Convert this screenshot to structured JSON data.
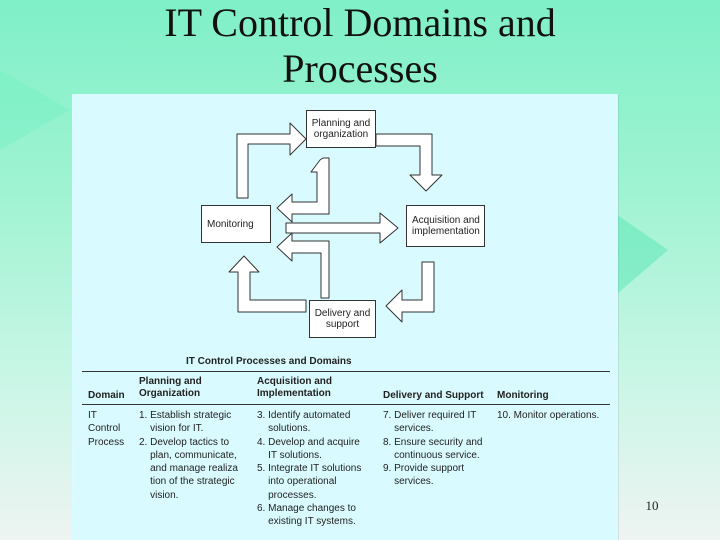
{
  "title": {
    "line1": "IT Control Domains and",
    "line2": "Processes"
  },
  "diagram": {
    "nodes": {
      "planning": {
        "line1": "Planning and",
        "line2": "organization"
      },
      "acquisition": {
        "line1": "Acquisition and",
        "line2": "implementation"
      },
      "delivery": {
        "line1": "Delivery and",
        "line2": "support"
      },
      "monitoring": {
        "line1": "Monitoring"
      }
    }
  },
  "table": {
    "caption": "IT Control Processes and Domains",
    "headers": {
      "domain": "Domain",
      "planning_1": "Planning and",
      "planning_2": "Organization",
      "acquisition_1": "Acquisition and",
      "acquisition_2": "Implementation",
      "delivery": "Delivery and Support",
      "monitoring": "Monitoring"
    },
    "row": {
      "domain": "IT\nControl\nProcess",
      "planning": "1. Establish strategic\n    vision for IT.\n2. Develop tactics to\n    plan, communicate,\n    and manage realiza\n    tion of the strategic\n    vision.",
      "acquisition": "3. Identify automated\n    solutions.\n4. Develop and acquire\n    IT solutions.\n5. Integrate IT solutions\n    into operational\n    processes.\n6. Manage changes to\n    existing IT systems.",
      "delivery": "7. Deliver required IT\n    services.\n8. Ensure security and\n    continuous service.\n9. Provide support\n    services.",
      "monitoring": "10. Monitor operations."
    }
  },
  "page_number": "10",
  "colors": {
    "background": "#8ff2cc",
    "panel": "#d9fbff"
  }
}
